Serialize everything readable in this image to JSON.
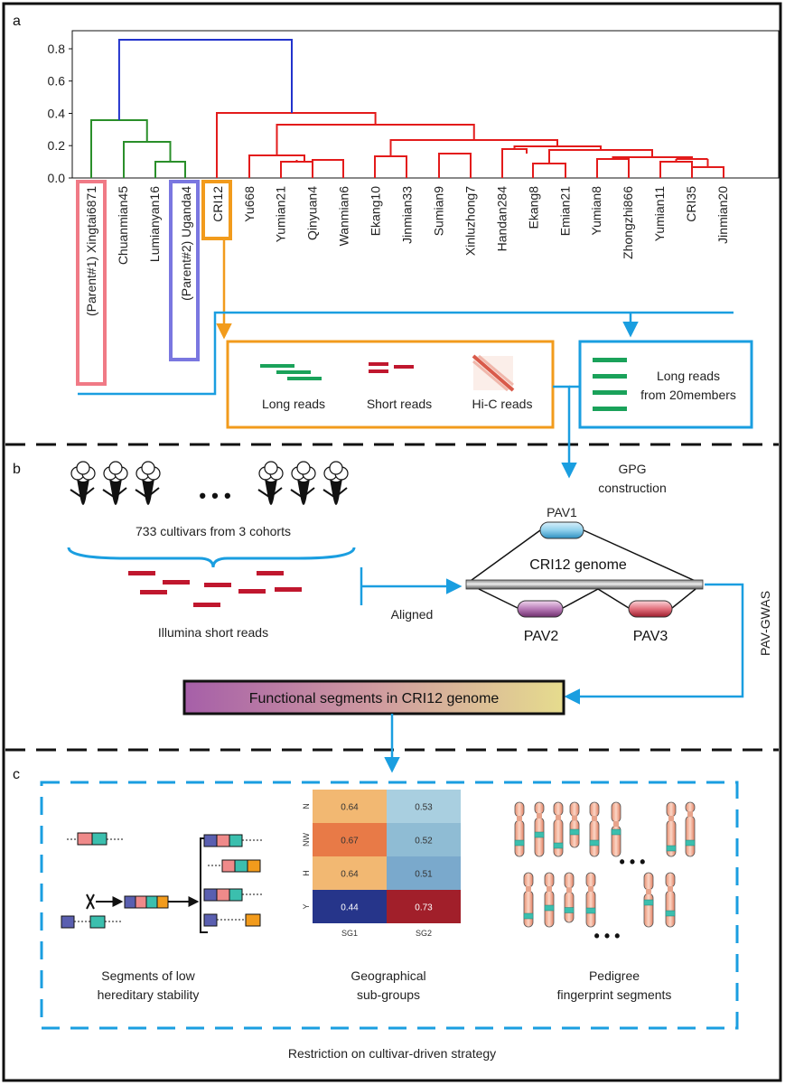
{
  "panels": {
    "a": "a",
    "b": "b",
    "c": "c"
  },
  "dendrogram": {
    "y_ticks": [
      "0.8",
      "0.6",
      "0.4",
      "0.2",
      "0.0"
    ],
    "leaves": [
      "(Parent#1) Xingtai6871",
      "Chuanmian45",
      "Lumianyan16",
      "(Parent#2) Uganda4",
      "CRI12",
      "Yu668",
      "Yumian21",
      "Qinyuan4",
      "Wanmian6",
      "Ekang10",
      "Jinmian33",
      "Sumian9",
      "Xinluzhong7",
      "Handan284",
      "Ekang8",
      "Emian21",
      "Yumian8",
      "Zhongzhi866",
      "Yumian11",
      "CRI35",
      "Jinmian20"
    ],
    "colors": {
      "green": "#2a8f2a",
      "red": "#e31b1b",
      "blue": "#2233cc"
    }
  },
  "reads_box": {
    "long": "Long reads",
    "short": "Short reads",
    "hic": "Hi-C reads"
  },
  "members_box": {
    "line1": "Long reads",
    "line2": "from 20members"
  },
  "panel_b": {
    "gpg_line1": "GPG",
    "gpg_line2": "construction",
    "cultivars": "733 cultivars from 3 cohorts",
    "dots": "• • •",
    "illumina": "Illumina short reads",
    "aligned": "Aligned",
    "genome": "CRI12 genome",
    "pav1": "PAV1",
    "pav2": "PAV2",
    "pav3": "PAV3",
    "pav_gwas": "PAV-GWAS",
    "functional": "Functional segments in CRI12 genome"
  },
  "panel_c": {
    "seg_line1": "Segments of low",
    "seg_line2": "hereditary stability",
    "geo_line1": "Geographical",
    "geo_line2": "sub-groups",
    "ped_line1": "Pedigree",
    "ped_line2": "fingerprint segments",
    "restriction": "Restriction on cultivar-driven strategy",
    "x_mark": "X",
    "chrom_dots": "• • •"
  },
  "heatmap": {
    "rows": [
      "N",
      "NW",
      "H",
      "Y"
    ],
    "cols": [
      "SG1",
      "SG2"
    ],
    "values": [
      [
        0.64,
        0.53
      ],
      [
        0.67,
        0.52
      ],
      [
        0.64,
        0.51
      ],
      [
        0.44,
        0.73
      ]
    ],
    "cells": [
      {
        "text": "0.64",
        "color": "#f2b872"
      },
      {
        "text": "0.53",
        "color": "#a9cfe0"
      },
      {
        "text": "0.67",
        "color": "#e87a47"
      },
      {
        "text": "0.52",
        "color": "#8fbcd4"
      },
      {
        "text": "0.64",
        "color": "#f2b872"
      },
      {
        "text": "0.51",
        "color": "#7aa9cc"
      },
      {
        "text": "0.44",
        "color": "#26358a"
      },
      {
        "text": "0.73",
        "color": "#a11f2a"
      }
    ]
  },
  "colors": {
    "blue_arrow": "#1a9ee0",
    "orange": "#f29b1c",
    "pink_box": "#f07a86",
    "purple_box": "#7a77e0",
    "green_read": "#1aa25a",
    "red_read": "#c0172e"
  }
}
